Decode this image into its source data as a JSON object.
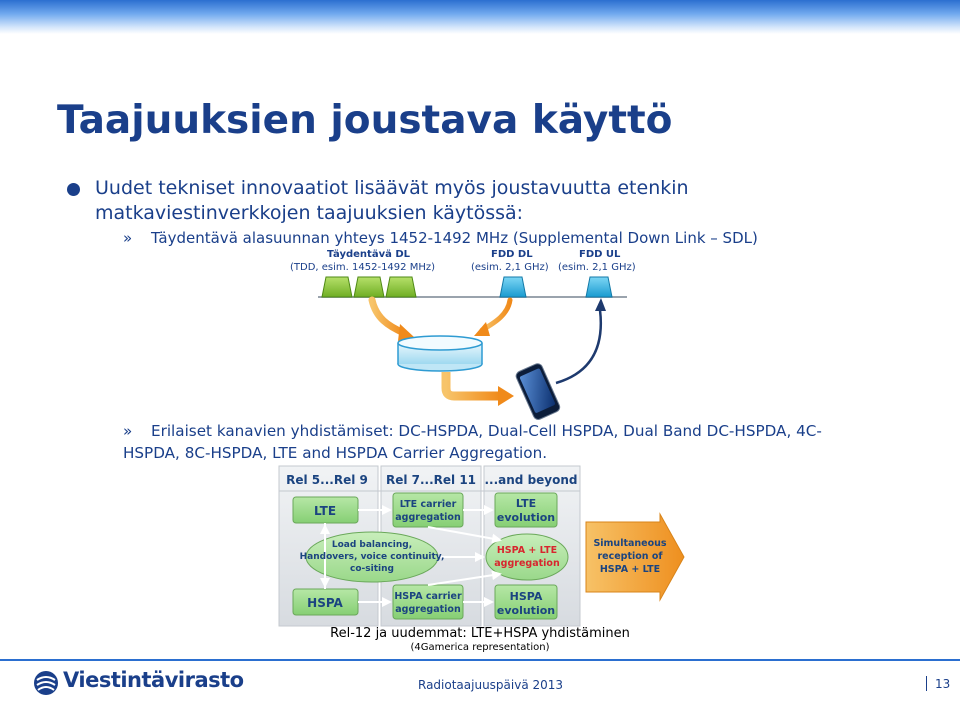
{
  "title": "Taajuuksien joustava käyttö",
  "bullet1": "Uudet tekniset innovaatiot lisäävät myös joustavuutta etenkin matkaviestinverkkojen taajuuksien käytössä:",
  "sub_marker": "»",
  "sub1": "Täydentävä alasuunnan yhteys 1452-1492 MHz (Supplemental Down Link – SDL)",
  "fig1": {
    "label_tdd_title": "Täydentävä DL",
    "label_tdd_sub": "(TDD, esim. 1452-1492 MHz)",
    "label_fdd_dl_title": "FDD DL",
    "label_fdd_dl_sub": "(esim. 2,1 GHz)",
    "label_fdd_ul_title": "FDD UL",
    "label_fdd_ul_sub": "(esim. 2,1 GHz)"
  },
  "sub2": "Erilaiset kanavien yhdistämiset: DC-HSPDA, Dual-Cell HSPDA, Dual Band DC-HSPDA, 4C-HSPDA, 8C-HSPDA, LTE and HSPDA Carrier Aggregation.",
  "fig2": {
    "col1_header": "Rel 5...Rel 9",
    "col2_header": "Rel 7...Rel 11",
    "col3_header": "...and beyond",
    "lte": "LTE",
    "lte_ca_1": "LTE carrier",
    "lte_ca_2": "aggregation",
    "lte_evo_1": "LTE",
    "lte_evo_2": "evolution",
    "load_1": "Load balancing,",
    "load_2": "Handovers, voice continuity,",
    "load_3": "co-siting",
    "hspa_lte_1": "HSPA + LTE",
    "hspa_lte_2": "aggregation",
    "hspa": "HSPA",
    "hspa_ca_1": "HSPA carrier",
    "hspa_ca_2": "aggregation",
    "hspa_evo_1": "HSPA",
    "hspa_evo_2": "evolution",
    "sim_1": "Simultaneous",
    "sim_2": "reception of",
    "sim_3": "HSPA + LTE"
  },
  "caption": "Rel-12 ja uudemmat: LTE+HSPA yhdistäminen",
  "caption_source": "(4Gamerica representation)",
  "footer": {
    "logo": "Viestintävirasto",
    "event": "Radiotaajuuspäivä 2013",
    "page": "13"
  },
  "colors": {
    "brand_blue": "#1a3f8a",
    "accent_blue": "#2b6fd0",
    "green": "#8dc63f",
    "cyan": "#2eb0e0",
    "orange": "#f5a623"
  }
}
